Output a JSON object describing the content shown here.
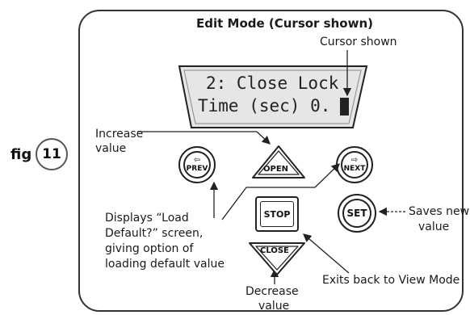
{
  "figure": {
    "prefix": "fig",
    "number": "11"
  },
  "title": "Edit Mode (Cursor shown)",
  "lcd": {
    "line1": "2: Close Lock",
    "line2": "Time (sec) 0."
  },
  "buttons": {
    "prev": "PREV",
    "open": "OPEN",
    "next": "NEXT",
    "stop": "STOP",
    "set": "SET",
    "close": "CLOSE"
  },
  "annotations": {
    "cursor_shown": "Cursor shown",
    "increase_value": [
      "Increase",
      "value"
    ],
    "load_default": [
      "Displays “Load",
      "Default?” screen,",
      "giving option of",
      "loading default value"
    ],
    "saves_new_value": [
      "Saves new",
      "value"
    ],
    "exits_view_mode": "Exits back to View Mode",
    "decrease_value": [
      "Decrease",
      "value"
    ]
  },
  "colors": {
    "ink": "#1a1a1a",
    "lcd_bg": "#e8e8e8",
    "frame": "#333333"
  }
}
